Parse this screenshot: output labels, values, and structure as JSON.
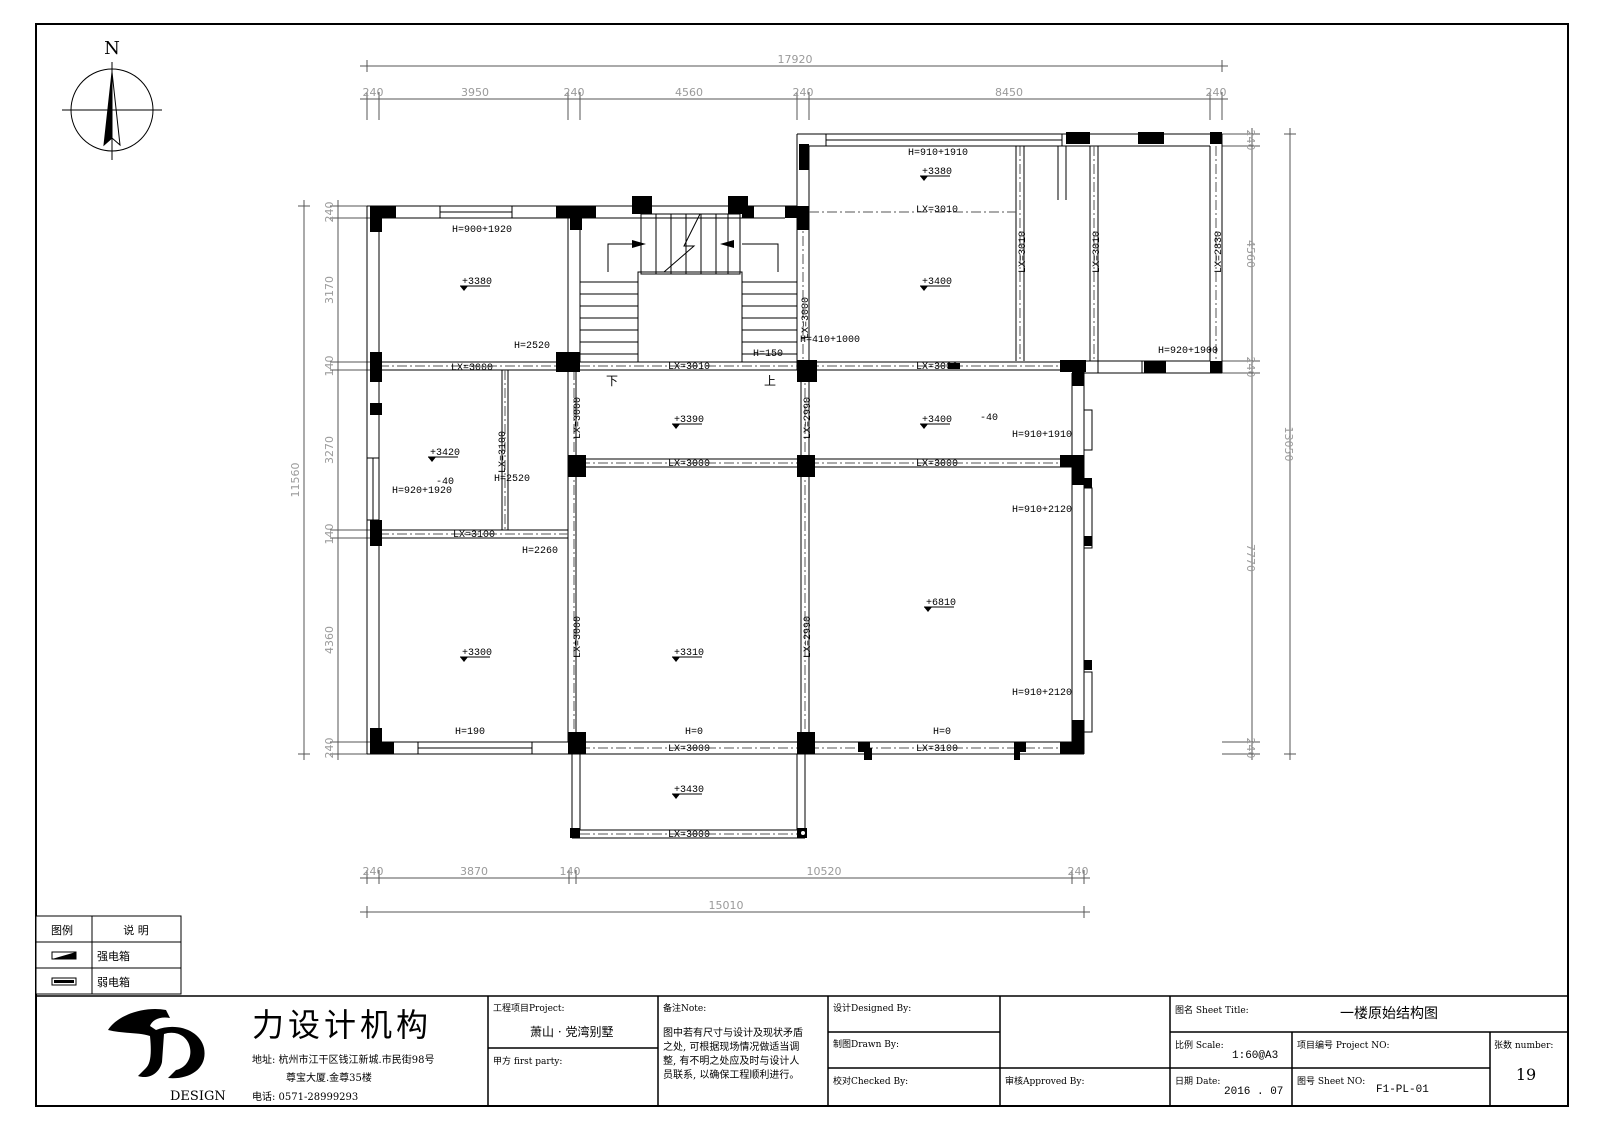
{
  "north_label": "N",
  "dimensions": {
    "top_total": "17920",
    "top_segments": [
      "240",
      "3950",
      "240",
      "4560",
      "240",
      "8450",
      "240"
    ],
    "bottom_total": "15010",
    "bottom_segments": [
      "240",
      "3870",
      "140",
      "10520",
      "240"
    ],
    "left_total": "11560",
    "left_segments": [
      "240",
      "3170",
      "140",
      "3270",
      "140",
      "4360",
      "240"
    ],
    "right_total": "13050",
    "right_segments": [
      "240",
      "4560",
      "240",
      "7770",
      "240"
    ]
  },
  "plan_labels": {
    "h1": "H=900+1920",
    "h2": "H=910+1910",
    "h3": "H=2520",
    "h4": "H=410+1000",
    "h5": "H=150",
    "h6": "H=920+1900",
    "h7": "H=910+1910",
    "h8": "H=2520",
    "h9": "H=920+1920",
    "h10": "H=910+2120",
    "h11": "H=2260",
    "h12": "H=910+2120",
    "h13": "H=190",
    "h14": "H=0",
    "h15": "H=0",
    "lx1": "LX=3010",
    "lx2": "LX=3000",
    "lx3": "LX=3010",
    "lx4": "LX=3000",
    "lx5": "LX=3000",
    "lx6": "LX=3000",
    "lx7": "LX=3100",
    "lx8": "LX=3000",
    "lx9": "LX=3100",
    "lx10": "LX=3000",
    "lxv1": "LX=3010",
    "lxv2": "LX=3010",
    "lxv3": "LX=2830",
    "lxv4": "LX=3000",
    "lxv5": "LX=3000",
    "lxv6": "LX=2990",
    "lxv7": "LX=3100",
    "lxv8": "LX=3000",
    "lxv9": "LX=2990",
    "e1": "+3380",
    "e2": "+3380",
    "e3": "+3400",
    "e4": "+3390",
    "e5": "+3400",
    "e6": "+3420",
    "e7": "+6810",
    "e8": "+3300",
    "e9": "+3310",
    "e10": "+3430",
    "n40a": "-40",
    "n40b": "-40",
    "down": "下",
    "up": "上"
  },
  "legend": {
    "col1": "图例",
    "col2": "说  明",
    "row1": "强电箱",
    "row2": "弱电箱"
  },
  "title_block": {
    "company": "力设计机构",
    "logo_text": "DESIGN",
    "address_1": "地址: 杭州市江干区钱江新城.市民街98号",
    "address_2": "尊宝大厦.金尊35楼",
    "phone": "电话: 0571-28999293",
    "project_label": "工程项目Project:",
    "project_value": "萧山 · 党湾别墅",
    "party_label": "甲方 first party:",
    "note_label": "备注Note:",
    "note_1": "图中若有尺寸与设计及现状矛盾",
    "note_2": "之处, 可根据现场情况做适当调",
    "note_3": "整, 有不明之处应及时与设计人",
    "note_4": "员联系, 以确保工程顺利进行。",
    "designed_label": "设计Designed By:",
    "drawn_label": "制图Drawn By:",
    "checked_label": "校对Checked By:",
    "approved_label": "审核Approved By:",
    "sheet_title_label": "图名 Sheet Title:",
    "sheet_title_value": "一楼原始结构图",
    "scale_label": "比例 Scale:",
    "scale_value": "1:60@A3",
    "project_no_label": "项目编号 Project NO:",
    "count_label": "张数 number:",
    "count_value": "19",
    "date_label": "日期 Date:",
    "date_value": "2016 . 07",
    "sheet_no_label": "图号 Sheet NO:",
    "sheet_no_value": "F1-PL-01"
  }
}
